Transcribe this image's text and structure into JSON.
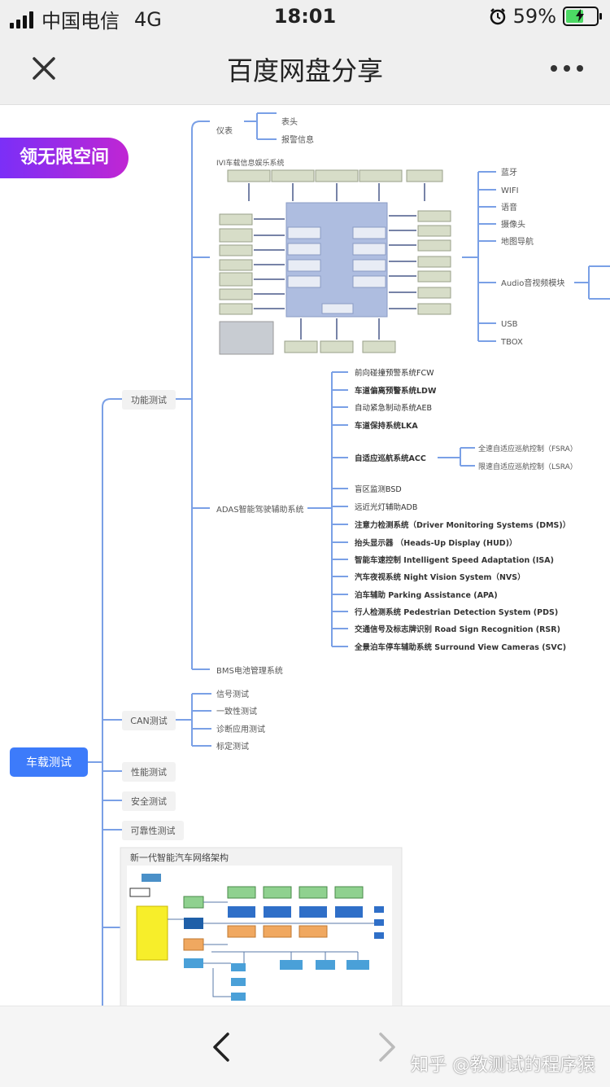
{
  "status_bar": {
    "carrier": "中国电信",
    "network": "4G",
    "time": "18:01",
    "battery": "59%",
    "battery_level": 0.59
  },
  "nav": {
    "title": "百度网盘分享"
  },
  "promo": {
    "label": "领无限空间"
  },
  "mindmap": {
    "root": "车载测试",
    "level1": [
      "功能测试",
      "CAN测试",
      "性能测试",
      "安全测试",
      "可靠性测试"
    ],
    "function_children": [
      "仪表",
      "IVI车载信息娱乐系统",
      "ADAS智能驾驶辅助系统",
      "BMS电池管理系统"
    ],
    "instrument_children": [
      "表头",
      "报警信息"
    ],
    "ivi_children": [
      "蓝牙",
      "WIFI",
      "语音",
      "摄像头",
      "地图导航",
      "Audio音视频模块",
      "USB",
      "TBOX"
    ],
    "adas_children": [
      "前向碰撞预警系统FCW",
      "车道偏离预警系统LDW",
      "自动紧急制动系统AEB",
      "车道保持系统LKA",
      "自适应巡航系统ACC",
      "盲区监测BSD",
      "远近光灯辅助ADB",
      "注意力检测系统（Driver Monitoring Systems (DMS)）",
      "抬头显示器 （Heads-Up Display (HUD)）",
      "智能车速控制 Intelligent Speed Adaptation (ISA)",
      "汽车夜视系统 Night Vision System（NVS）",
      "泊车辅助 Parking Assistance (APA)",
      "行人检测系统 Pedestrian Detection System (PDS)",
      "交通信号及标志牌识别 Road Sign Recognition (RSR)",
      "全景泊车停车辅助系统 Surround View Cameras (SVC)"
    ],
    "acc_children": [
      "全速自适应巡航控制（FSRA）",
      "限速自适应巡航控制（LSRA）"
    ],
    "can_children": [
      "信号测试",
      "一致性测试",
      "诊断应用测试",
      "标定测试"
    ],
    "network_title": "新一代智能汽车网络架构"
  },
  "footer": {
    "watermark": "知乎 @教测试的程序猿"
  },
  "icons": {
    "close": "close-icon",
    "more": "more-icon",
    "back": "chevron-left-icon",
    "forward": "chevron-right-icon"
  },
  "colors": {
    "root_node": "#3d7bfa",
    "promo_start": "#7b2ff7",
    "promo_end": "#c026d3",
    "connector": "#7aa0e6",
    "battery_fill": "#4cd964"
  }
}
